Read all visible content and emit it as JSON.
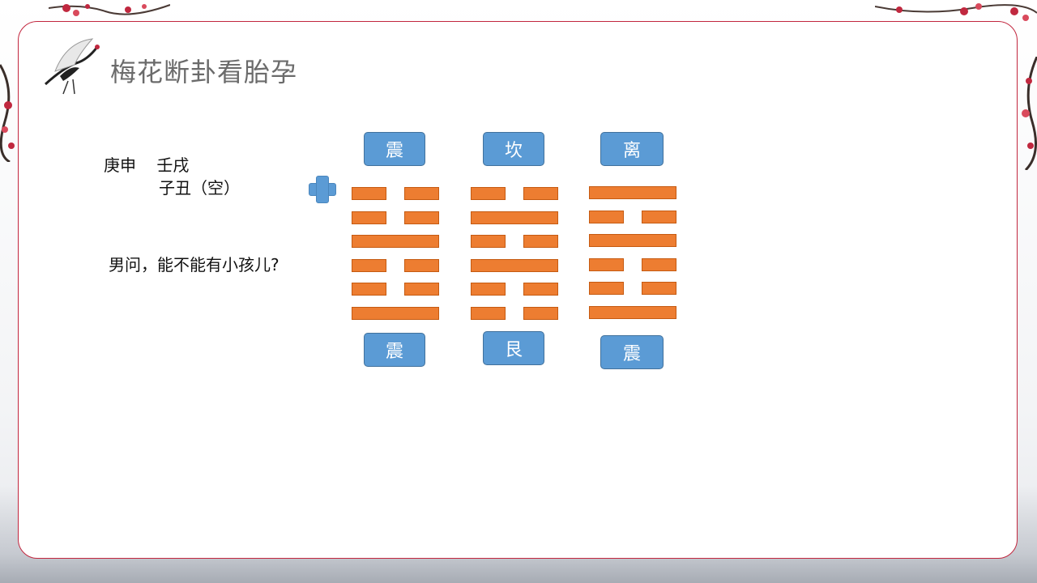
{
  "title": "梅花断卦看胎孕",
  "info": {
    "line1": "庚申    壬戌",
    "line2": "子丑（空）",
    "question": "男问，能不能有小孩儿?"
  },
  "columns": [
    {
      "top_label": "震",
      "bottom_label": "震",
      "lines_top_to_bottom": [
        "yin",
        "yin",
        "yang",
        "yin",
        "yin",
        "yang"
      ]
    },
    {
      "top_label": "坎",
      "bottom_label": "艮",
      "lines_top_to_bottom": [
        "yin",
        "yang",
        "yin",
        "yang",
        "yin",
        "yin"
      ]
    },
    {
      "top_label": "离",
      "bottom_label": "震",
      "lines_top_to_bottom": [
        "yang",
        "yin",
        "yang",
        "yin",
        "yin",
        "yang"
      ]
    }
  ],
  "colors": {
    "accent_blue": "#5b9bd5",
    "line_orange": "#ed7d31",
    "frame_red": "#c2263e"
  },
  "icons": [
    "crane-logo-icon",
    "plus-icon",
    "plum-blossom-decoration"
  ]
}
